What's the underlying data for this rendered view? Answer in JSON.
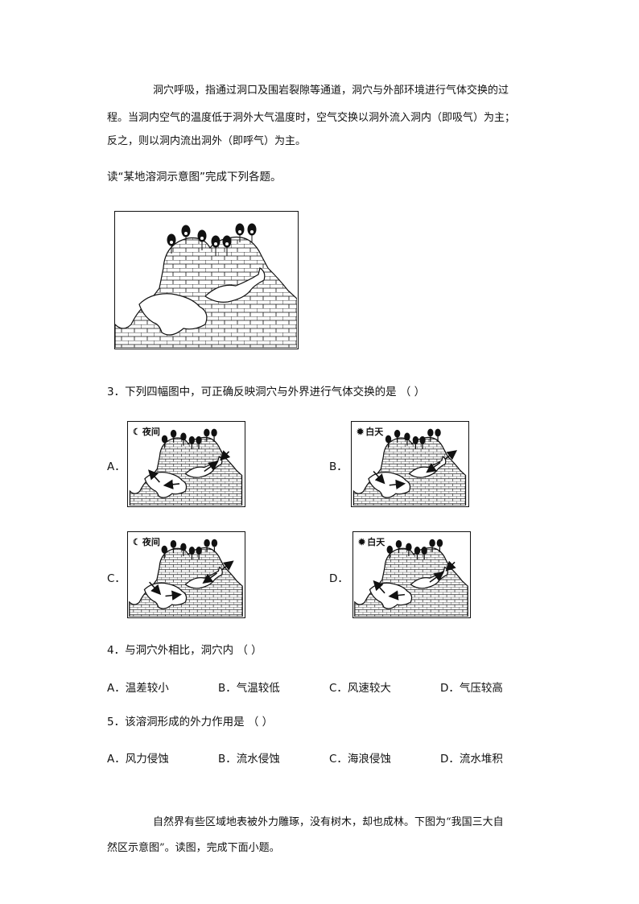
{
  "passage1": {
    "line1": "洞穴呼吸，指通过洞口及围岩裂隙等通道，洞穴与外部环境进行气体交换的过",
    "line2": "程。当洞内空气的温度低于洞外大气温度时，空气交换以洞外流入洞内（即吸气）为主；",
    "line3": "反之，则以洞内流出洞外（即呼气）为主。"
  },
  "instruction": "读“某地溶洞示意图”完成下列各题。",
  "q3": {
    "stem": "3．下列四幅图中，可正确反映洞穴与外界进行气体交换的是 （ ）",
    "options": [
      {
        "label": "A．",
        "tag": "夜间",
        "icon": "moon-icon"
      },
      {
        "label": "B．",
        "tag": "白天",
        "icon": "sun-icon"
      },
      {
        "label": "C．",
        "tag": "夜间",
        "icon": "moon-icon"
      },
      {
        "label": "D．",
        "tag": "白天",
        "icon": "sun-icon"
      }
    ]
  },
  "q4": {
    "stem": "4．与洞穴外相比，洞穴内 （ ）",
    "options": [
      "A．温差较小",
      "B．气温较低",
      "C．风速较大",
      "D．气压较高"
    ]
  },
  "q5": {
    "stem": "5．该溶洞形成的外力作用是 （ ）",
    "options": [
      "A．风力侵蚀",
      "B．流水侵蚀",
      "C．海浪侵蚀",
      "D．流水堆积"
    ]
  },
  "passage2": {
    "line1": "自然界有些区域地表被外力雕琢，没有树木，却也成林。下图为“我国三大自",
    "line2": "然区示意图”。读图，完成下面小题。"
  }
}
